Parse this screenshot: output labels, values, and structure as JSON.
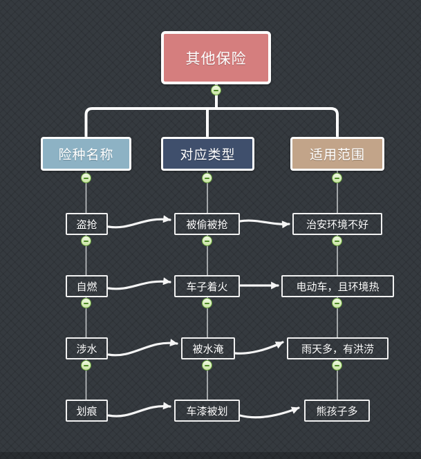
{
  "diagram": {
    "title_node": "其他保险",
    "columns": [
      {
        "header": "险种名称",
        "fill": "#8db2c4",
        "items": [
          "盗抢",
          "自燃",
          "涉水",
          "划痕"
        ]
      },
      {
        "header": "对应类型",
        "fill": "#3f4f6c",
        "items": [
          "被偷被抢",
          "车子着火",
          "被水淹",
          "车漆被划"
        ]
      },
      {
        "header": "适用范围",
        "fill": "#c2a489",
        "items": [
          "治安环境不好",
          "电动车，且环境热",
          "雨天多，有洪涝",
          "熊孩子多"
        ]
      }
    ],
    "relations": [
      [
        "盗抢 → 被偷被抢",
        "被偷被抢 → 治安环境不好"
      ],
      [
        "自燃 → 车子着火",
        "车子着火 → 电动车，且环境热"
      ],
      [
        "涉水 → 被水淹",
        "被水淹 → 雨天多，有洪涝"
      ],
      [
        "划痕 → 车漆被划",
        "车漆被划 → 熊孩子多"
      ]
    ]
  },
  "root": {
    "label": "其他保险",
    "fill": "#d57e7e"
  },
  "columns": [
    {
      "header": "险种名称",
      "fill": "#8db2c4"
    },
    {
      "header": "对应类型",
      "fill": "#3f4f6c"
    },
    {
      "header": "适用范围",
      "fill": "#c2a489"
    }
  ],
  "items": {
    "c0": [
      "盗抢",
      "自燃",
      "涉水",
      "划痕"
    ],
    "c1": [
      "被偷被抢",
      "车子着火",
      "被水淹",
      "车漆被划"
    ],
    "c2": [
      "治安环境不好",
      "电动车，且环境热",
      "雨天多，有洪涝",
      "熊孩子多"
    ]
  },
  "icons": {
    "collapse": "minus-circle"
  },
  "colors": {
    "canvas_bg": "#353a3f",
    "root_fill": "#d57e7e",
    "header1_fill": "#8db2c4",
    "header2_fill": "#3f4f6c",
    "header3_fill": "#c2a489",
    "node_border": "#ffffff",
    "branch_line": "#ffffff",
    "column_line": "#c9ccce",
    "arrow": "#f5f5f5",
    "collapse_border": "#67a33a",
    "collapse_fill": "#d9edba"
  }
}
